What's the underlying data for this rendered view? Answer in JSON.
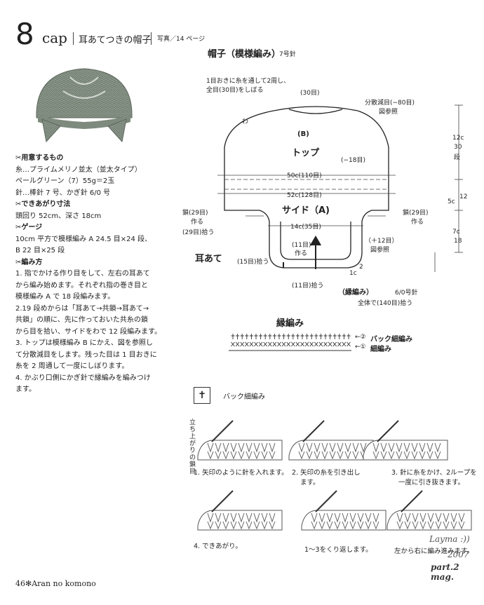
{
  "header": {
    "number": "8",
    "cap": "cap",
    "title": "耳あてつきの帽子",
    "photo_ref": "写真／14 ページ"
  },
  "materials": {
    "h1": "✂用意するもの",
    "l1": "糸…プライムメリノ並太（並太タイプ）",
    "l2": "ペールグリーン（7）55g＝2玉",
    "l3": "針…棒針 7 号、かぎ針 6/0 号",
    "h2": "✂できあがり寸法",
    "l4": "頭回り 52cm、深さ 18cm",
    "h3": "✂ゲージ",
    "l5": "10cm 平方で模様編み A 24.5 目×24 段、",
    "l6": "B 22 目×25 段",
    "h4": "✂編み方",
    "s1": "1. 指でかける作り目をして、左右の耳あて",
    "s2": "から編み始めます。それぞれ指の巻き目と",
    "s3": "模様編み A で 18 段編みます。",
    "s4": "2.19 段めからは「耳あて→共鎖→耳あて→",
    "s5": "共鎖」の順に、先に作っておいた共糸の鎖",
    "s6": "から目を拾い、サイドをわで 12 段編みます。",
    "s7": "3. トップは模様編み B にかえ、図を参照し",
    "s8": "て分散減目をします。残った目は 1 目おきに",
    "s9": "糸を 2 周通して一度にしぼります。",
    "s10": "4. かぶり口側にかぎ針で縁編みを編みつけ",
    "s11": "ます。"
  },
  "diagram": {
    "title": "帽子（模様編み）",
    "needle": "7号針",
    "note1": "1目おきに糸を通して2周し、",
    "note2": "全目(30目)をしぼる",
    "top_count": "(30目)",
    "dist1": "分散減目(−80目)",
    "dist2": "図参照",
    "wa": "わ",
    "b": "(B)",
    "top": "トップ",
    "minus18": "(−18目)",
    "w50": "50c(110目)",
    "w52": "52c(128目)",
    "side": "サイド（A)",
    "d12": "12c",
    "d30": "30",
    "dan": "段",
    "d5": "5c",
    "d12b": "12",
    "d7": "7c",
    "d18": "18",
    "chainL1": "鎖(29目)",
    "chainL2": "作る",
    "chainR1": "鎖(29目)",
    "chainR2": "作る",
    "pickL": "(29目)拾う",
    "w14": "14c(35目)",
    "ear11a": "(11目)",
    "ear11b": "作る",
    "plus12": "（＋12目）",
    "plus12b": "図参照",
    "ear": "耳あて",
    "pick15": "(15目)拾う",
    "d1": "1c",
    "d2": "2",
    "pick11": "(11目)拾う",
    "edge": "（縁編み）",
    "edge_needle": "6/0号針",
    "edge_total": "全体で(140目)拾う"
  },
  "edge_chart": {
    "title": "縁編み",
    "r2": "←②",
    "r1": "←①",
    "label1": "バック細編み",
    "label2": "細編み"
  },
  "back_sc": {
    "title": "バック細編み",
    "side_label": "立ち上がりの鎖目",
    "step1": "1. 矢印のように針を入れます。",
    "step2a": "2. 矢印の糸を引き出し",
    "step2b": "ます。",
    "step3a": "3. 針に糸をかけ、2ループを",
    "step3b": "一度に引き抜きます。",
    "step4": "4. できあがり。",
    "step5": "1〜3をくり返します。",
    "step6": "左から右に編み進みます。"
  },
  "footer": {
    "page": "46✻Aran no komono",
    "wm1": "Layma :))",
    "wm2": "2007",
    "wm3": "part.2 mag."
  }
}
